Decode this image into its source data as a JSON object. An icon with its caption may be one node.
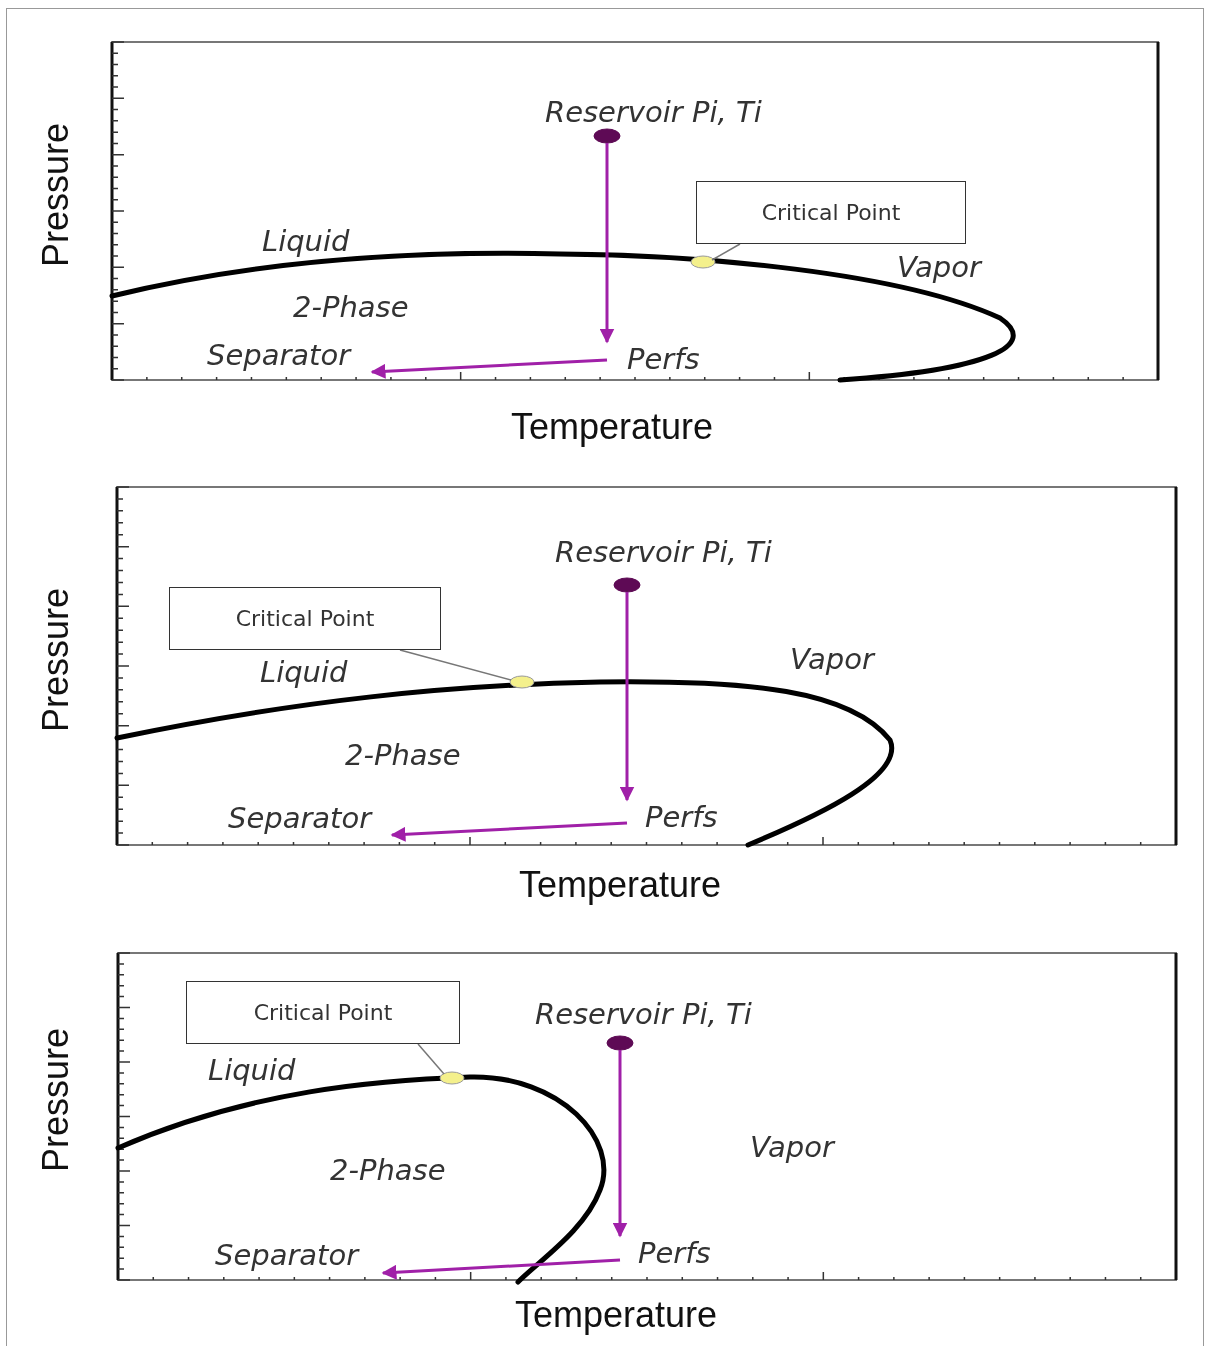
{
  "diagram": {
    "nodes": [
      {
        "text": [],
        "shape": "circle",
        "beside": [
          "Reservoir Pi, Ti"
        ]
      },
      {
        "text": [
          "Critical Point"
        ]
      },
      {
        "text": [],
        "shape": "circle"
      },
      {
        "text": [
          "Separator"
        ]
      },
      {
        "text": [
          "Perfs"
        ]
      },
      {
        "text": [],
        "shape": "circle",
        "beside": [
          "Reservoir Pi, Ti"
        ]
      },
      {
        "text": [
          "Critical Point"
        ]
      },
      {
        "text": [],
        "shape": "circle"
      },
      {
        "text": [
          "Separator"
        ]
      },
      {
        "text": [
          "Perfs"
        ]
      },
      {
        "text": [],
        "shape": "circle",
        "beside": [
          "Reservoir Pi, Ti"
        ]
      },
      {
        "text": [
          "Critical Point"
        ]
      },
      {
        "text": [],
        "shape": "circle"
      },
      {
        "text": [
          "Separator"
        ]
      },
      {
        "text": [
          "Perfs"
        ]
      }
    ],
    "edges": [
      {
        "from": 0,
        "to": 4,
        "arrow": "to"
      },
      {
        "from": 4,
        "to": 3,
        "arrow": "to"
      },
      {
        "from": 1,
        "to": 2,
        "arrow": "none"
      },
      {
        "from": 5,
        "to": 9,
        "arrow": "to"
      },
      {
        "from": 9,
        "to": 8,
        "arrow": "to"
      },
      {
        "from": 6,
        "to": 7,
        "arrow": "none"
      },
      {
        "from": 10,
        "to": 14,
        "arrow": "to"
      },
      {
        "from": 14,
        "to": 13,
        "arrow": "to"
      },
      {
        "from": 11,
        "to": 12,
        "arrow": "none"
      }
    ],
    "labels": [
      "Pressure",
      "Liquid",
      "Vapor",
      "2-Phase",
      "Temperature",
      "Pressure",
      "Vapor",
      "Liquid",
      "2-Phase",
      "Temperature",
      "Pressure",
      "Vapor",
      "Liquid",
      "2-Phase",
      "Temperature"
    ]
  }
}
